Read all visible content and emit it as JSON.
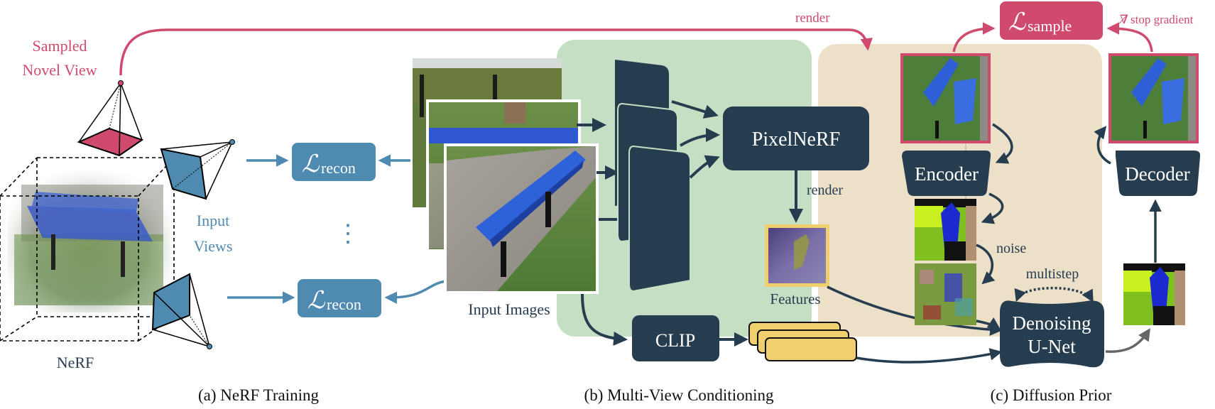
{
  "figure": {
    "panels": [
      {
        "id": "a",
        "caption": "(a) NeRF Training"
      },
      {
        "id": "b",
        "caption": "(b) Multi-View Conditioning"
      },
      {
        "id": "c",
        "caption": "(c) Diffusion Prior"
      }
    ],
    "colors": {
      "pink": "#d04a6e",
      "blue": "#4f8ab0",
      "navy": "#263d4f",
      "green_panel": "#c5dfc4",
      "beige_panel": "#ede0c8",
      "feature_yellow": "#f0cf6e",
      "gray_arrow": "#666666"
    },
    "nerf_training": {
      "sampled_view_label_line1": "Sampled",
      "sampled_view_label_line2": "Novel View",
      "input_views_line1": "Input",
      "input_views_line2": "Views",
      "nerf_label": "NeRF",
      "loss_recon_symbol": "ℒ",
      "loss_recon_subscript": "recon",
      "ellipsis": "⋮"
    },
    "conditioning": {
      "input_images_label": "Input Images",
      "pixelnerf_label": "PixelNeRF",
      "render_label": "render",
      "features_label": "Features",
      "clip_label": "CLIP"
    },
    "diffusion": {
      "top_render_label": "render",
      "loss_sample_symbol": "ℒ",
      "loss_sample_subscript": "sample",
      "stop_gradient_symbol": "∇̸",
      "stop_gradient_label": "stop gradient",
      "encoder_label": "Encoder",
      "decoder_label": "Decoder",
      "noise_label": "noise",
      "multistep_label": "multistep",
      "unet_line1": "Denoising",
      "unet_line2": "U-Net"
    }
  }
}
